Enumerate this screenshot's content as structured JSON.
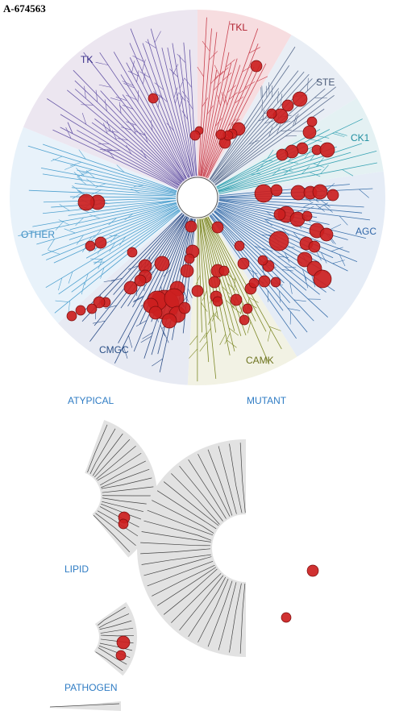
{
  "figure_id": "A-674563",
  "groups": {
    "tk": "TK",
    "tkl": "TKL",
    "ste": "STE",
    "ck1": "CK1",
    "agc": "AGC",
    "camk": "CAMK",
    "cmgc": "CMGC",
    "other": "OTHER"
  },
  "sections": {
    "atypical": "ATYPICAL",
    "mutant": "MUTANT",
    "lipid": "LIPID",
    "pathogen": "PATHOGEN"
  },
  "colors": {
    "tk": "#3a2f8a",
    "tkl": "#b0202e",
    "ste": "#4a5a78",
    "ck1": "#1f8fa0",
    "agc": "#2f66a8",
    "camk": "#6e7420",
    "cmgc": "#2a4f86",
    "other": "#3f8fc4",
    "section_label": "#2f7cc4",
    "hit": "#cc1f1f"
  }
}
